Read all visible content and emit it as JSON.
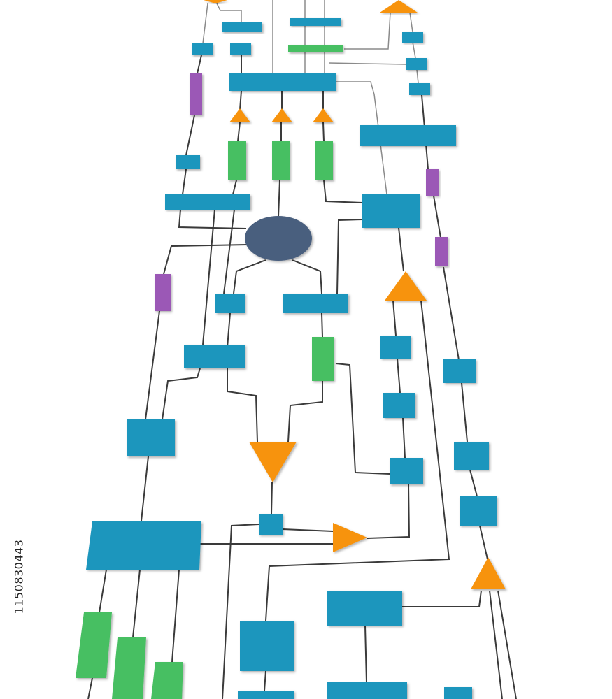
{
  "colors": {
    "blue": "#1b96bd",
    "green": "#46bf62",
    "purple": "#9b59b6",
    "orange": "#f7930a",
    "ellipse": "#4a5e7e",
    "line": "#3a3a3a"
  },
  "diagram": {
    "type": "flowchart",
    "node_kinds": [
      "process-box",
      "green-block",
      "purple-block",
      "orange-triangle",
      "dark-ellipse"
    ]
  },
  "stock_id": "1150830443"
}
